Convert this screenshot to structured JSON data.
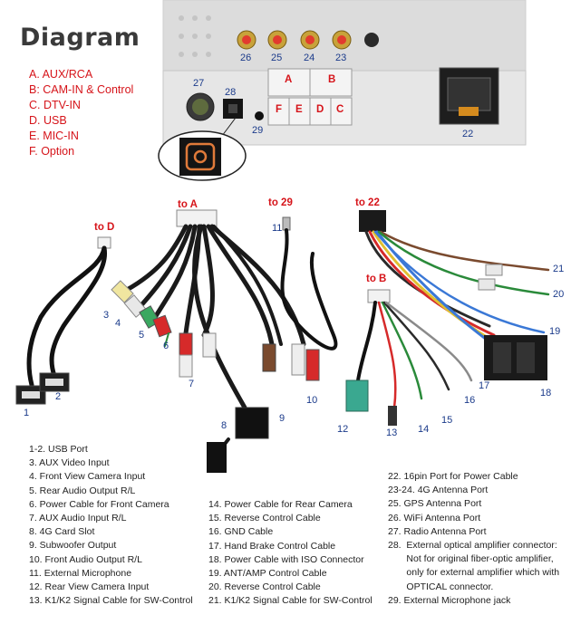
{
  "title": "Diagram",
  "port_legend": [
    "A. AUX/RCA",
    "B: CAM-IN & Control",
    "C. DTV-IN",
    "D. USB",
    "E. MIC-IN",
    "F. Option"
  ],
  "unit_labels": {
    "n26": "26",
    "n25": "25",
    "n24": "24",
    "n23": "23",
    "n27": "27",
    "n28": "28",
    "n29": "29",
    "n22": "22",
    "a": "A",
    "b": "B",
    "f": "F",
    "e": "E",
    "d": "D",
    "c": "C"
  },
  "cable_labels": {
    "to_a": "to A",
    "to_d": "to D",
    "to_29": "to 29",
    "to_22": "to 22",
    "to_b": "to B",
    "n1": "1",
    "n2": "2",
    "n3": "3",
    "n4": "4",
    "n5": "5",
    "n6": "6",
    "n7": "7",
    "n8": "8",
    "n9": "9",
    "n10": "10",
    "n11": "11",
    "n12": "12",
    "n13": "13",
    "n14": "14",
    "n15": "15",
    "n16": "16",
    "n17": "17",
    "n18": "18",
    "n19": "19",
    "n20": "20",
    "n21": "21"
  },
  "legend": {
    "col1": [
      "1-2. USB Port",
      "3. AUX Video Input",
      "4. Front View Camera Input",
      "5. Rear Audio Output R/L",
      "6. Power Cable for Front Camera",
      "7. AUX Audio Input R/L",
      "8. 4G Card Slot",
      "9. Subwoofer Output",
      "10. Front Audio Output R/L",
      "11. External Microphone",
      "12. Rear View Camera Input",
      "13. K1/K2 Signal Cable for SW-Control"
    ],
    "col2": [
      "14. Power Cable for Rear Camera",
      "15. Reverse Control Cable",
      "16. GND Cable",
      "17. Hand Brake Control Cable",
      "18. Power Cable with ISO Connector",
      "19. ANT/AMP Control Cable",
      "20. Reverse Control Cable",
      "21. K1/K2 Signal Cable for SW-Control"
    ],
    "col3": [
      "22. 16pin Port for Power Cable",
      "23-24. 4G Antenna Port",
      "25. GPS Antenna Port",
      "26. WiFi Antenna Port",
      "27. Radio Antenna Port",
      "28.  External optical amplifier connector:",
      "       Not for original fiber-optic amplifier,",
      "       only for external amplifier which with",
      "       OPTICAL connector.",
      "29. External Microphone jack"
    ]
  },
  "colors": {
    "accent": "#d6141a",
    "number": "#1a3a8a",
    "chassis": "#e2e2e2"
  }
}
